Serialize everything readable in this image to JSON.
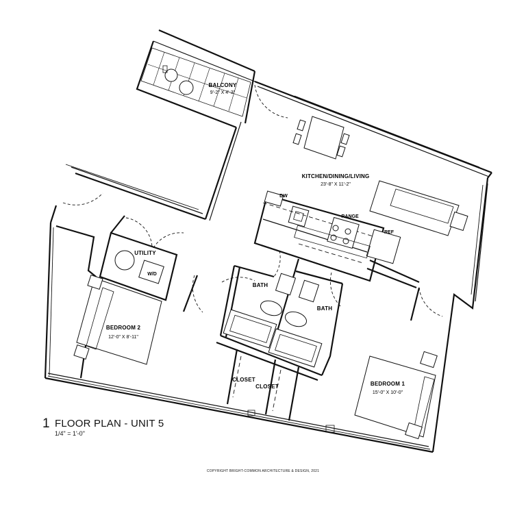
{
  "rooms": {
    "balcony": {
      "name": "BALCONY",
      "dims": "9'-2\" X 4'-3\""
    },
    "kitchen_living": {
      "name": "KITCHEN/DINING/LIVING",
      "dims": "23'-8\" X 11'-2\""
    },
    "bedroom1": {
      "name": "BEDROOM 1",
      "dims": "15'-0\" X 10'-0\""
    },
    "bedroom2": {
      "name": "BEDROOM 2",
      "dims": "12'-0\" X 8'-11\""
    },
    "bath1": {
      "name": "BATH"
    },
    "bath2": {
      "name": "BATH"
    },
    "utility": {
      "name": "UTILITY"
    },
    "closet1": {
      "name": "CLOSET"
    },
    "closet2": {
      "name": "CLOSET"
    }
  },
  "fixtures": {
    "dw": "DW",
    "range": "RANGE",
    "ref": "REF",
    "wd": "W/D"
  },
  "title": {
    "number": "1",
    "text": "FLOOR PLAN - UNIT 5",
    "scale": "1/4\" = 1'-0\""
  },
  "copyright": "COPYRIGHT BRIGHT-COMMON ARCHITECTURE & DESIGN, 2021"
}
